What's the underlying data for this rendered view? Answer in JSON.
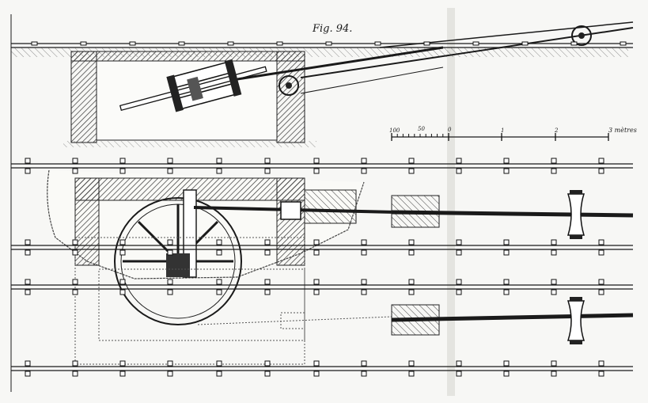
{
  "figure": {
    "title": "Fig. 94.",
    "scale": {
      "labels": [
        "100",
        "50",
        "0",
        "1",
        "2",
        "3 mètres"
      ],
      "unit": "mètres"
    }
  },
  "colors": {
    "ink": "#1a1a1a",
    "paper": "#f7f7f5",
    "hatch": "#333333"
  }
}
